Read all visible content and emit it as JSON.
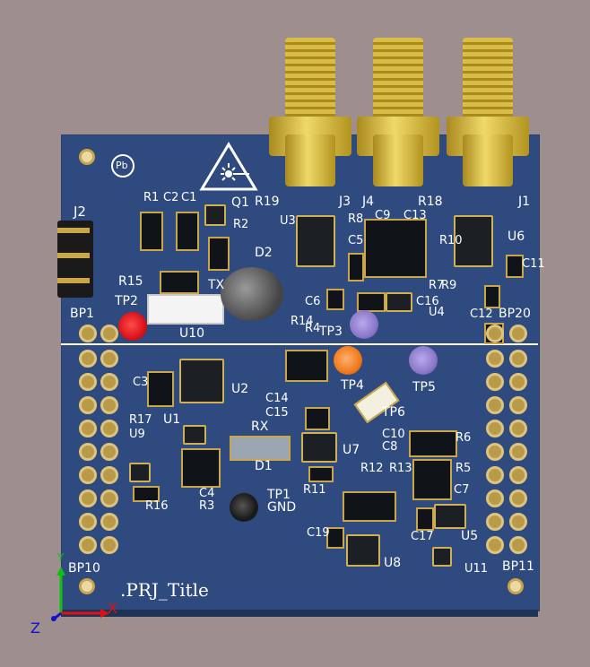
{
  "title": ".PRJ_Title",
  "axis": {
    "x": "X",
    "y": "Y",
    "z": "Z"
  },
  "designators": {
    "j1": "J1",
    "j2": "J2",
    "j3": "J3",
    "j4": "J4",
    "r1": "R1",
    "r2": "R2",
    "r3": "R3",
    "r4": "R4",
    "r5": "R5",
    "r6": "R6",
    "r7": "R7",
    "r8": "R8",
    "r9": "R9",
    "r10": "R10",
    "r11": "R11",
    "r12": "R12",
    "r13": "R13",
    "r14": "R14",
    "r15": "R15",
    "r16": "R16",
    "r17": "R17",
    "r18": "R18",
    "r19": "R19",
    "c1": "C1",
    "c2": "C2",
    "c3": "C3",
    "c4": "C4",
    "c5": "C5",
    "c6": "C6",
    "c7": "C7",
    "c8": "C8",
    "c9": "C9",
    "c10": "C10",
    "c11": "C11",
    "c12": "C12",
    "c13": "C13",
    "c14": "C14",
    "c15": "C15",
    "c16": "C16",
    "c17": "C17",
    "c19": "C19",
    "u1": "U1",
    "u2": "U2",
    "u3": "U3",
    "u4": "U4",
    "u5": "U5",
    "u6": "U6",
    "u7": "U7",
    "u8": "U8",
    "u9": "U9",
    "u10": "U10",
    "u11": "U11",
    "q1": "Q1",
    "d1": "D1",
    "d2": "D2",
    "tp1": "TP1",
    "tp2": "TP2",
    "tp3": "TP3",
    "tp4": "TP4",
    "tp5": "TP5",
    "tp6": "TP6",
    "bp1": "BP1",
    "bp10": "BP10",
    "bp11": "BP11",
    "bp20": "BP20",
    "tx": "TX",
    "rx": "RX",
    "gnd": "GND",
    "pb": "Pb"
  },
  "colors": {
    "background": "#9e8e8e",
    "board": "#2e4a7e",
    "silkscreen": "#ffffff",
    "gold": "#c9a64a",
    "tp_red": "#d8141a",
    "tp_orange": "#f07a1a",
    "tp_purple": "#8c78c8",
    "tp_black": "#1a1a1a",
    "axis_x": "#e01010",
    "axis_y": "#10c010",
    "axis_z": "#1010d0"
  }
}
